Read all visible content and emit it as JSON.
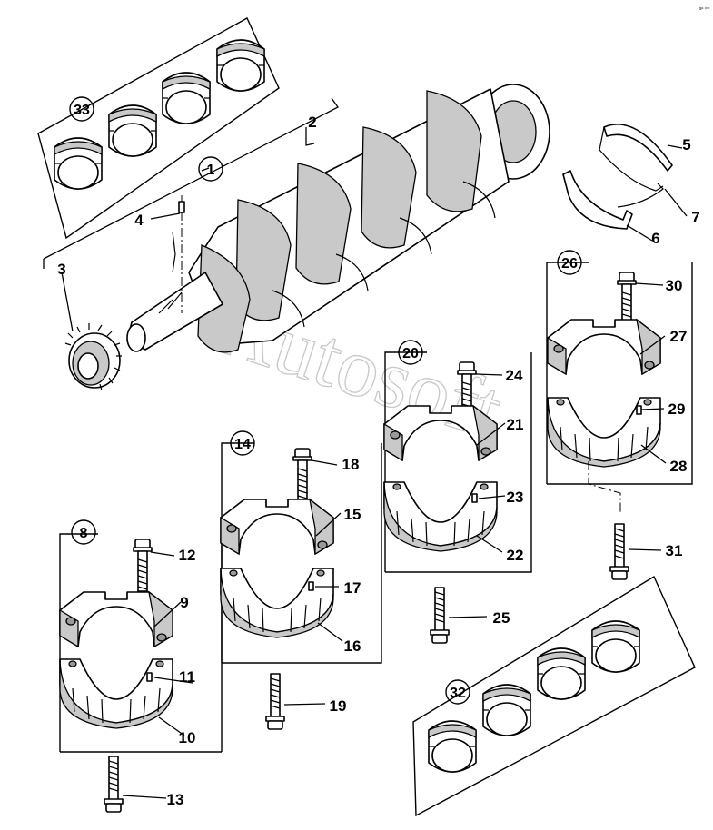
{
  "corner_mark": "sᵉ ᵒᵒᵒ",
  "watermark": "Autosoft",
  "callouts": [
    "1",
    "2",
    "3",
    "4",
    "5",
    "6",
    "7",
    "8",
    "9",
    "10",
    "11",
    "12",
    "13",
    "14",
    "15",
    "16",
    "17",
    "18",
    "19",
    "20",
    "21",
    "22",
    "23",
    "24",
    "25",
    "26",
    "27",
    "28",
    "29",
    "30",
    "31",
    "32",
    "33"
  ],
  "circled_callouts": [
    "1",
    "8",
    "14",
    "20",
    "26",
    "32",
    "33"
  ]
}
